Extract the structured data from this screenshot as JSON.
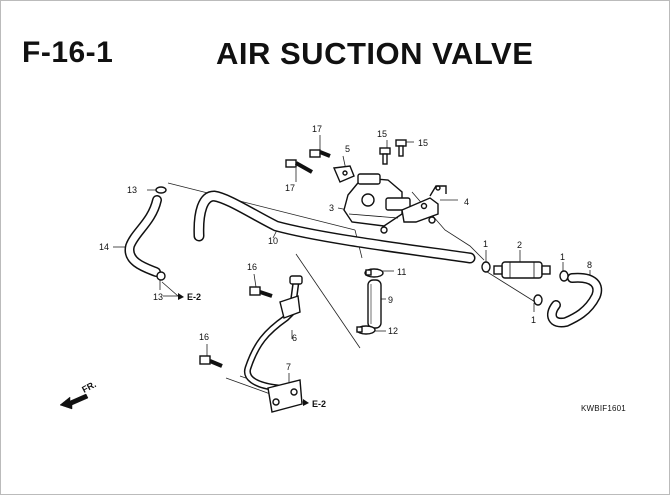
{
  "header": {
    "code": "F-16-1",
    "title": "AIR SUCTION VALVE"
  },
  "reference_code": "KWBIF1601",
  "direction_label": "FR.",
  "callouts": [
    {
      "id": "c17a",
      "text": "17"
    },
    {
      "id": "c17b",
      "text": "17"
    },
    {
      "id": "c5",
      "text": "5"
    },
    {
      "id": "c15a",
      "text": "15"
    },
    {
      "id": "c15b",
      "text": "15"
    },
    {
      "id": "c4",
      "text": "4"
    },
    {
      "id": "c3",
      "text": "3"
    },
    {
      "id": "c13a",
      "text": "13"
    },
    {
      "id": "c13b",
      "text": "13"
    },
    {
      "id": "c14",
      "text": "14"
    },
    {
      "id": "c10",
      "text": "10"
    },
    {
      "id": "c16a",
      "text": "16"
    },
    {
      "id": "c16b",
      "text": "16"
    },
    {
      "id": "c11",
      "text": "11"
    },
    {
      "id": "c9",
      "text": "9"
    },
    {
      "id": "c12",
      "text": "12"
    },
    {
      "id": "c6",
      "text": "6"
    },
    {
      "id": "c7",
      "text": "7"
    },
    {
      "id": "c1a",
      "text": "1"
    },
    {
      "id": "c1b",
      "text": "1"
    },
    {
      "id": "c1c",
      "text": "1"
    },
    {
      "id": "c2",
      "text": "2"
    },
    {
      "id": "c8",
      "text": "8"
    }
  ],
  "connectors": [
    {
      "id": "e2a",
      "text": "E-2"
    },
    {
      "id": "e2b",
      "text": "E-2"
    }
  ]
}
